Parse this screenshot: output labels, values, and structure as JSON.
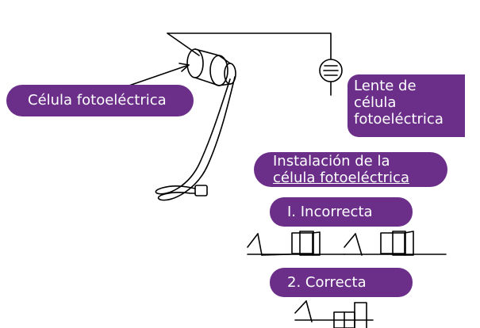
{
  "labels": {
    "cell": "Célula fotoeléctrica",
    "lens_line1": "Lente de",
    "lens_line2": "célula",
    "lens_line3": "fotoeléctrica",
    "install_line1": "Instalación de la",
    "install_line2": "célula fotoeléctrica",
    "incorrect": "I.  Incorrecta",
    "correct": "2.  Correcta"
  },
  "colors": {
    "label_bg": "#6b2f8a",
    "label_text": "#ffffff",
    "line": "#000000"
  }
}
